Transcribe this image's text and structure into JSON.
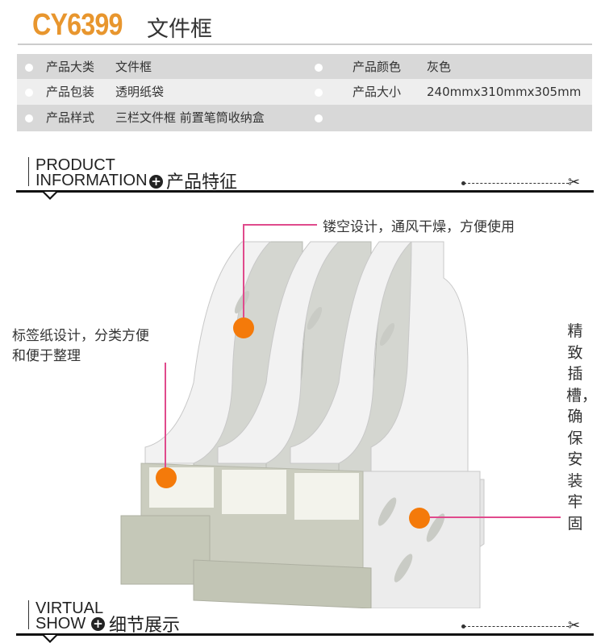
{
  "header": {
    "model": "CY6399",
    "title": "文件框"
  },
  "specs": [
    {
      "label": "产品大类",
      "value": "文件框",
      "label2": "产品颜色",
      "value2": "灰色"
    },
    {
      "label": "产品包装",
      "value": "透明纸袋",
      "label2": "产品大小",
      "value2": "240mmx310mmx305mm"
    },
    {
      "label": "产品样式",
      "value": "三栏文件框 前置笔筒收纳盒",
      "label2": "",
      "value2": ""
    }
  ],
  "section1": {
    "en1": "PRODUCT",
    "en2": "INFORMATION",
    "cn": "产品特征"
  },
  "annotations": {
    "top": "镂空设计，通风干燥，方便使用",
    "left1": "标签纸设计，分类方便",
    "left2": "和便于整理",
    "right": "精致插槽，确保安装牢固"
  },
  "section2": {
    "en1": "VIRTUAL",
    "en2": "SHOW",
    "cn": "细节展示"
  },
  "colors": {
    "accent": "#e8962e",
    "dot": "#f47a0a",
    "line": "#e04a8c"
  }
}
